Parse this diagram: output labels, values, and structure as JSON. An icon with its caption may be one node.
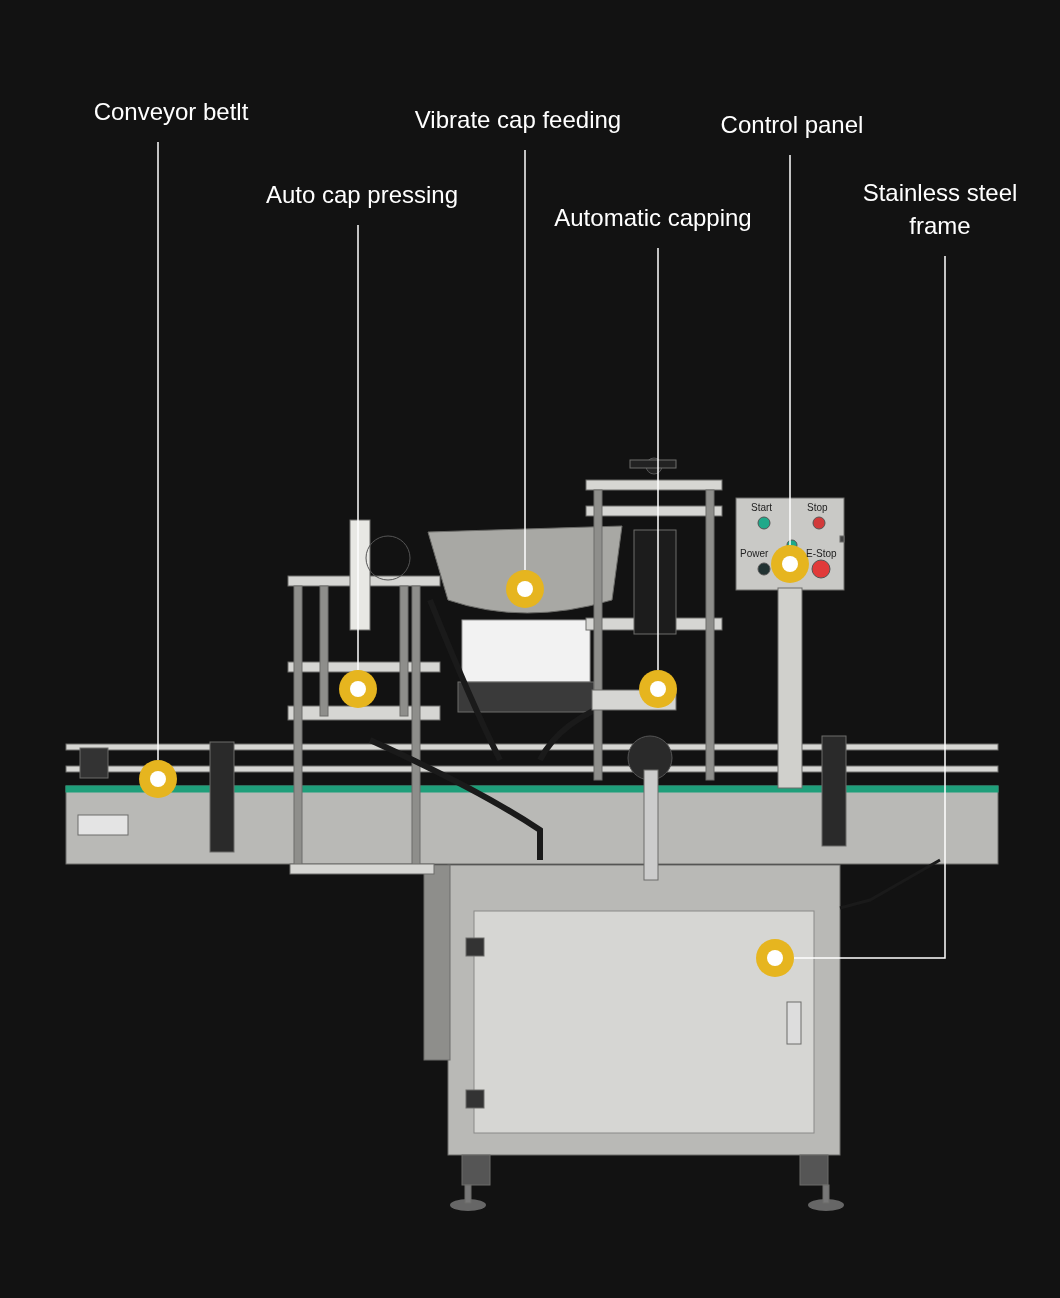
{
  "diagram": {
    "nodes": [
      {
        "text": [
          "Conveyor betlt"
        ]
      },
      {
        "text": [
          "Vibrate cap feeding"
        ]
      },
      {
        "text": [
          "Control panel"
        ]
      },
      {
        "text": [
          "Stainless steel frame"
        ]
      },
      {
        "text": [
          "Auto cap pressing"
        ]
      },
      {
        "text": [
          "Automatic capping"
        ]
      },
      {
        "text": [],
        "shape": "circle"
      },
      {
        "text": [],
        "shape": "circle"
      },
      {
        "text": [],
        "shape": "circle"
      },
      {
        "text": [],
        "shape": "circle"
      },
      {
        "text": [],
        "shape": "circle"
      },
      {
        "text": [],
        "shape": "circle"
      }
    ],
    "edges": [
      {
        "from": 0,
        "to": 6,
        "arrow": "none"
      },
      {
        "from": 1,
        "to": 8,
        "arrow": "none"
      },
      {
        "from": 2,
        "to": 11,
        "arrow": "none"
      },
      {
        "from": 3,
        "to": 10,
        "arrow": "none"
      },
      {
        "from": 4,
        "to": 7,
        "arrow": "none"
      },
      {
        "from": 5,
        "to": 9,
        "arrow": "none"
      }
    ],
    "labels": [
      "Start",
      "Stop",
      "Power",
      "E-Stop"
    ]
  }
}
